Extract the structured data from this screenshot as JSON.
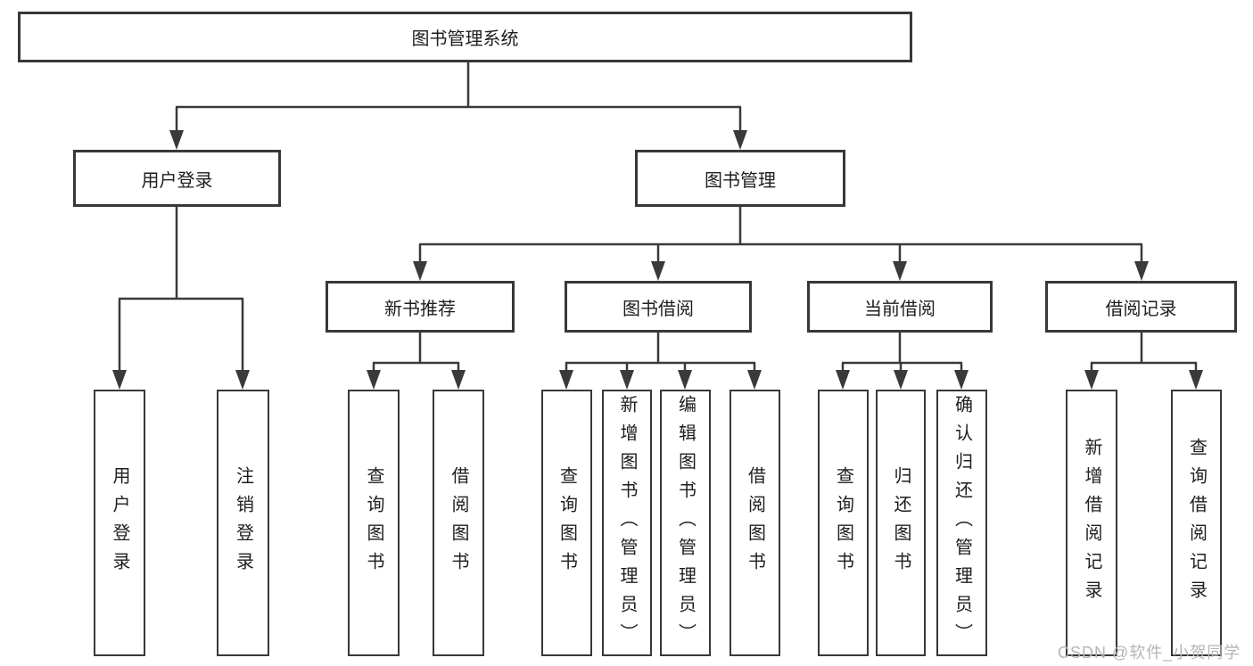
{
  "watermark": "CSDN @软件_小贺同学",
  "nodes": {
    "root": "图书管理系统",
    "user_login": "用户登录",
    "book_mgmt": "图书管理",
    "new_books": "新书推荐",
    "book_borrow": "图书借阅",
    "current_borrow": "当前借阅",
    "borrow_records": "借阅记录",
    "leaf_user_login": "用户登录",
    "leaf_logout": "注销登录",
    "leaf_nb_query": "查询图书",
    "leaf_nb_borrow": "借阅图书",
    "leaf_bb_query": "查询图书",
    "leaf_bb_add": "新增图书（管理员）",
    "leaf_bb_edit": "编辑图书（管理员）",
    "leaf_bb_borrow": "借阅图书",
    "leaf_cb_query": "查询图书",
    "leaf_cb_return": "归还图书",
    "leaf_cb_confirm": "确认归还（管理员）",
    "leaf_br_add": "新增借阅记录",
    "leaf_br_query": "查询借阅记录"
  }
}
